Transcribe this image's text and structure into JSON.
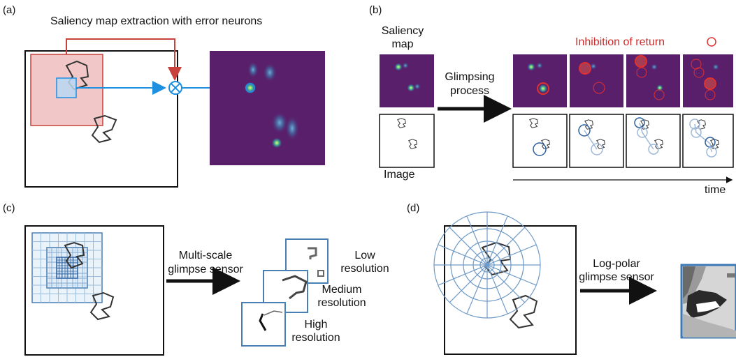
{
  "panels": {
    "a": {
      "label": "(a)",
      "title": "Saliency map extraction with error neurons"
    },
    "b": {
      "label": "(b)",
      "saliency_label_line1": "Saliency",
      "saliency_label_line2": "map",
      "process_line1": "Glimpsing",
      "process_line2": "process",
      "ior_label": "Inhibition of return",
      "image_label": "Image",
      "time_label": "time"
    },
    "c": {
      "label": "(c)",
      "sensor_line1": "Multi-scale",
      "sensor_line2": "glimpse sensor",
      "low_line1": "Low",
      "low_line2": "resolution",
      "medium_line1": "Medium",
      "medium_line2": "resolution",
      "high_line1": "High",
      "high_line2": "resolution"
    },
    "d": {
      "label": "(d)",
      "sensor_line1": "Log-polar",
      "sensor_line2": "glimpse sensor"
    }
  },
  "colors": {
    "saliency_bg": "#5a1f6b",
    "error_red": "#c8413a",
    "flow_blue": "#1f8fe0",
    "grid_blue": "#4a7fb3",
    "ior_red": "#e03030",
    "glimpse_blue": "#2b5f9e"
  }
}
